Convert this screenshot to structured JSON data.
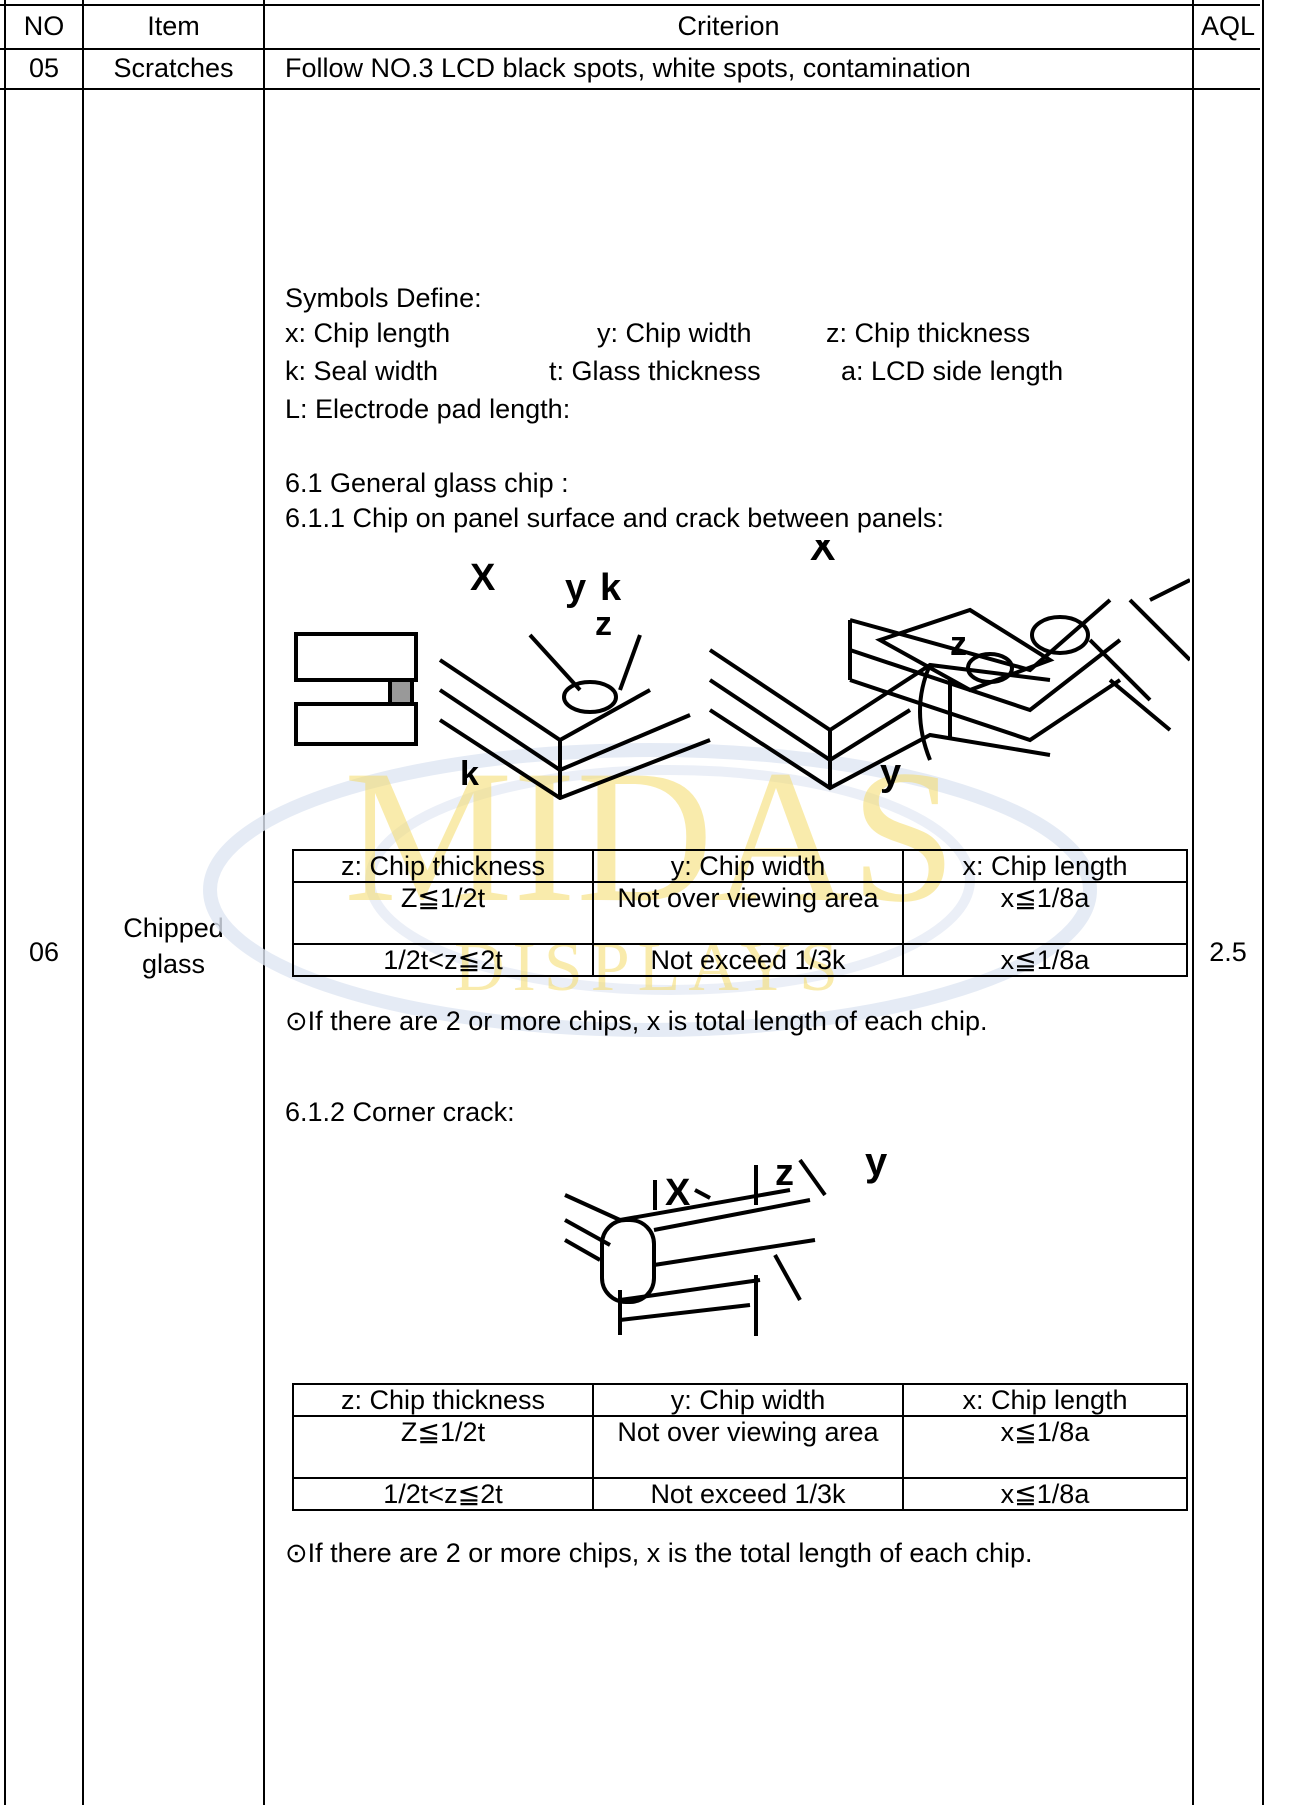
{
  "header": {
    "no": "NO",
    "item": "Item",
    "criterion": "Criterion",
    "aql": "AQL"
  },
  "row05": {
    "no": "05",
    "item": "Scratches",
    "criterion": "Follow NO.3 LCD black spots, white spots, contamination"
  },
  "row06": {
    "no": "06",
    "item_line1": "Chipped",
    "item_line2": "glass",
    "aql": "2.5",
    "symbols_title": "Symbols Define:",
    "symbols": {
      "x": "x: Chip length",
      "y": "y: Chip width",
      "z": "z: Chip thickness",
      "k": "k: Seal width",
      "t": "t: Glass thickness",
      "a": "a: LCD side length",
      "L": "L: Electrode pad length:"
    },
    "section_61": "6.1 General glass chip :",
    "section_611": "6.1.1 Chip on panel surface and crack between panels:",
    "table1": {
      "headers": [
        "z: Chip thickness",
        "y: Chip width",
        "x: Chip length"
      ],
      "rows": [
        [
          "Z≦1/2t",
          "Not over viewing area",
          "x≦1/8a"
        ],
        [
          "1/2t<z≦2t",
          "Not exceed 1/3k",
          "x≦1/8a"
        ]
      ]
    },
    "note1": "⊙If there are 2 or more chips, x is total length of each chip.",
    "section_612": "6.1.2 Corner crack:",
    "table2": {
      "headers": [
        "z: Chip thickness",
        "y: Chip width",
        "x: Chip length"
      ],
      "rows": [
        [
          "Z≦1/2t",
          "Not over viewing area",
          "x≦1/8a"
        ],
        [
          "1/2t<z≦2t",
          "Not exceed 1/3k",
          "x≦1/8a"
        ]
      ]
    },
    "note2": "⊙If there are 2 or more chips, x is the total length of each chip."
  },
  "figure_labels": {
    "x": "X",
    "y": "y",
    "z": "z",
    "k": "k"
  },
  "watermark": {
    "line1": "MIDAS",
    "line2": "DISPLAYS",
    "color": "#f3d23a"
  }
}
